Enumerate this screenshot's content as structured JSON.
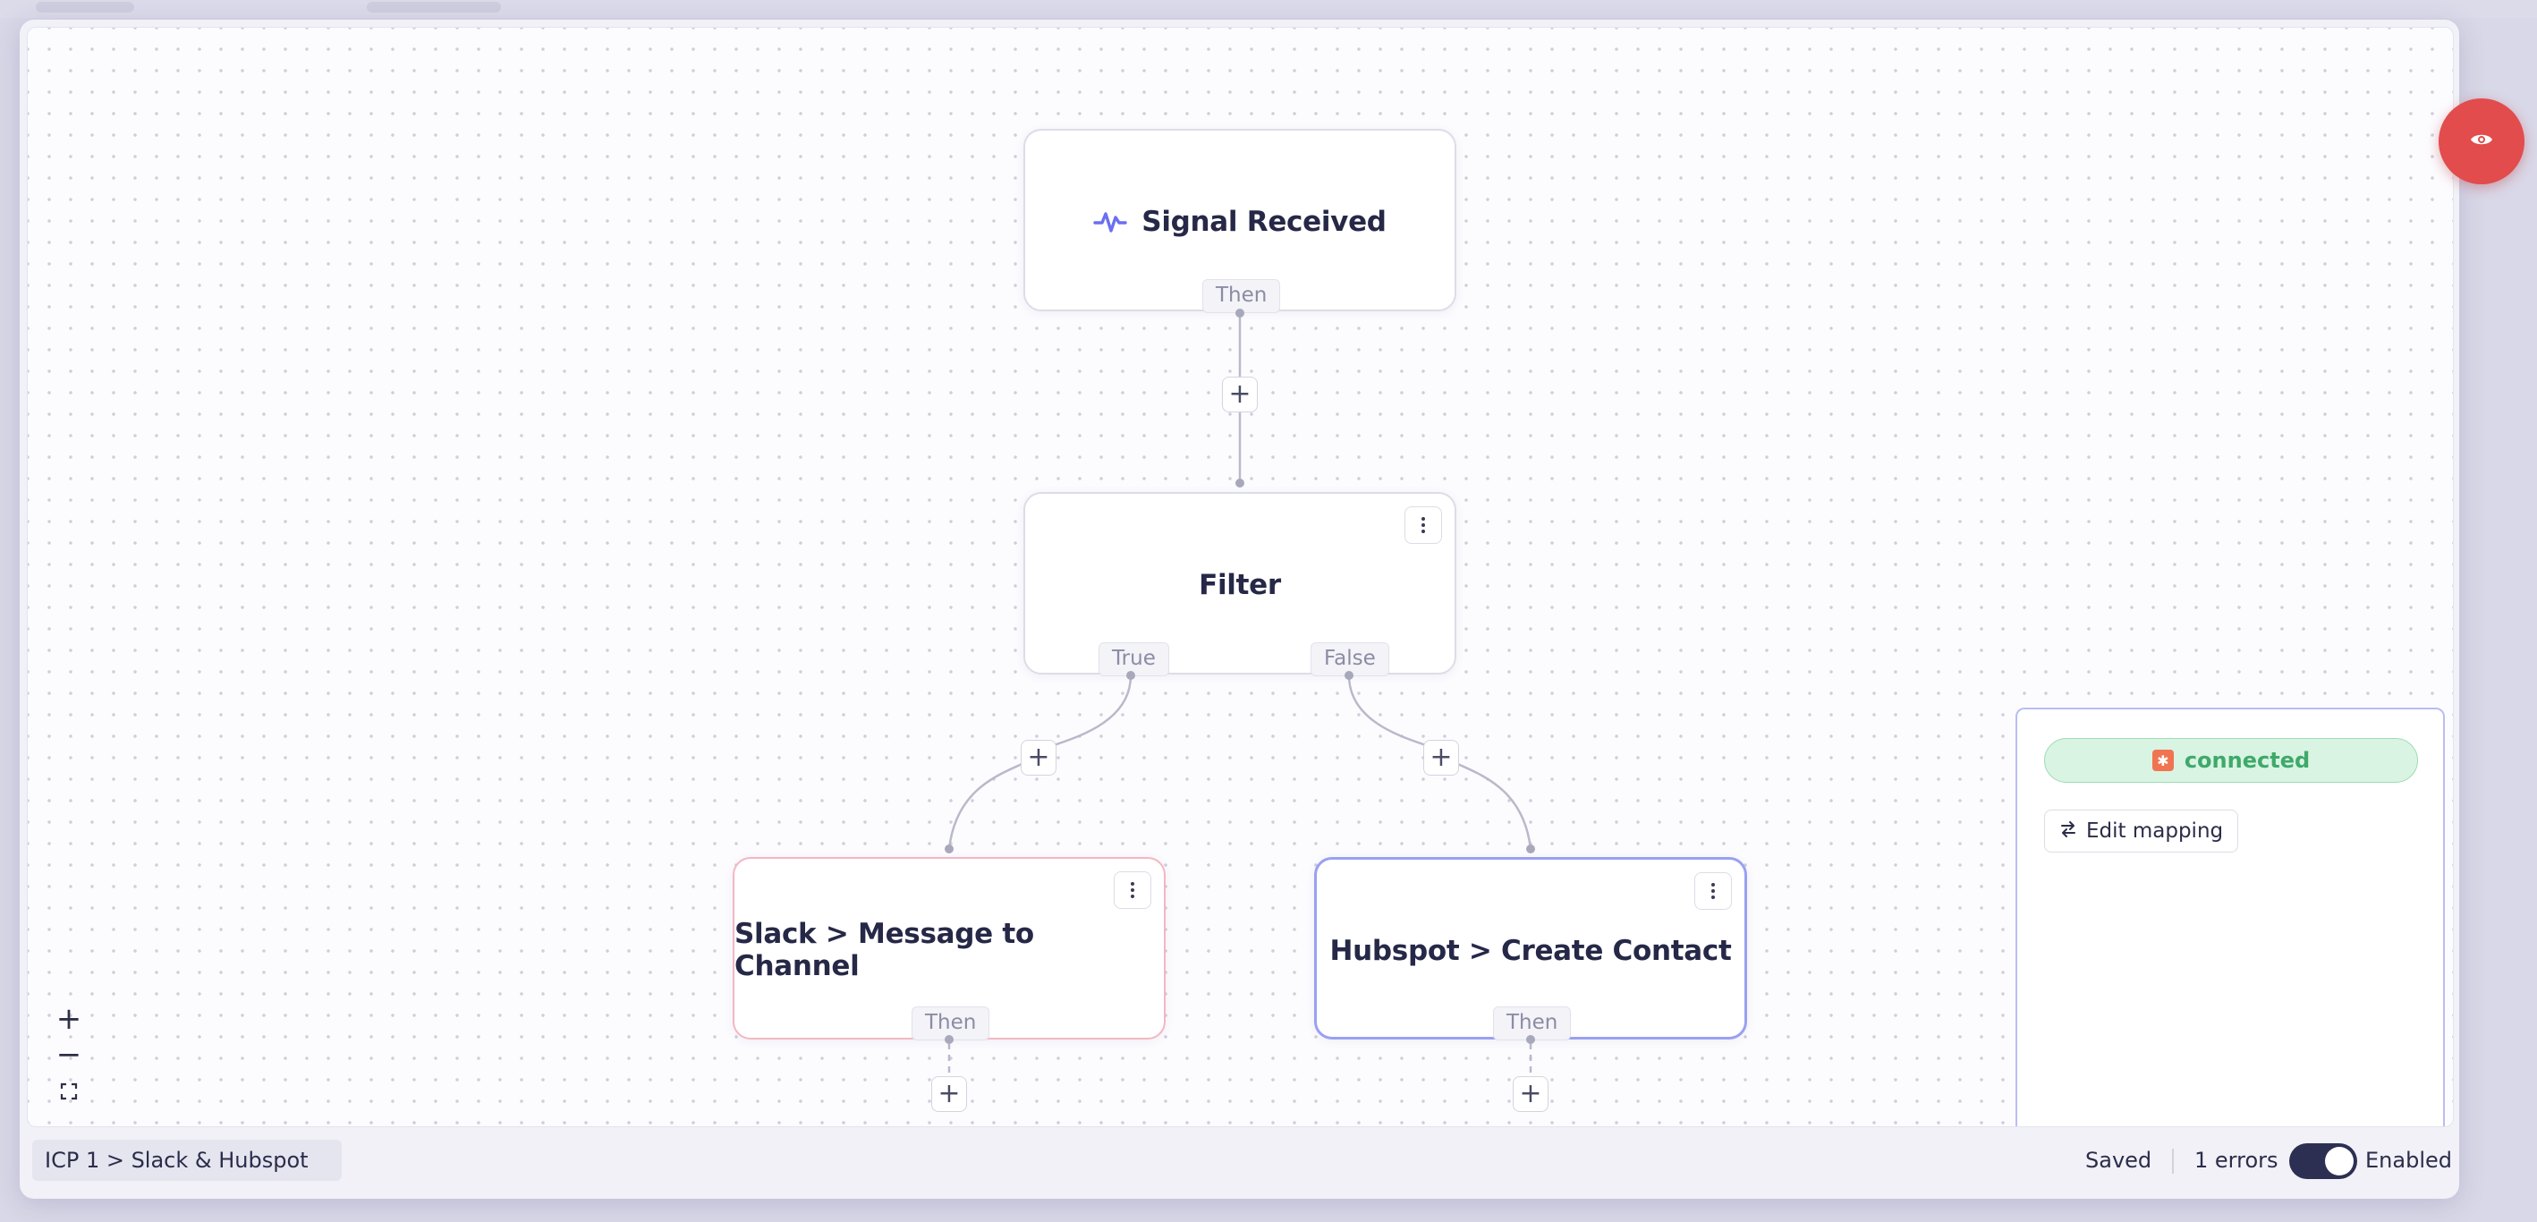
{
  "colors": {
    "accent": "#6b6ff0",
    "error_red": "#e24c4c",
    "connected_green": "#3fa96a",
    "toggle_on": "#2d2f52",
    "hubspot_orange": "#f07451"
  },
  "flow": {
    "trigger": {
      "title": "Signal Received",
      "icon": "activity-pulse-icon",
      "handle": "Then"
    },
    "filter": {
      "title": "Filter",
      "handle_true": "True",
      "handle_false": "False"
    },
    "slack": {
      "title": "Slack > Message to Channel",
      "handle": "Then"
    },
    "hubspot": {
      "title": "Hubspot > Create Contact",
      "handle": "Then"
    },
    "add_symbol": "+"
  },
  "zoom_controls": {
    "zoom_in": "+",
    "zoom_out": "−",
    "fit_view_icon": "fullscreen-icon"
  },
  "side_panel": {
    "status_label": "connected",
    "status_icon": "hubspot-logo-icon",
    "edit_mapping_label": "Edit mapping",
    "edit_mapping_icon": "swap-arrows-icon"
  },
  "preview_button_icon": "eye-icon",
  "footer": {
    "breadcrumb": "ICP 1 > Slack & Hubspot",
    "save_status": "Saved",
    "errors": "1 errors",
    "enabled_label": "Enabled",
    "enabled": true
  }
}
